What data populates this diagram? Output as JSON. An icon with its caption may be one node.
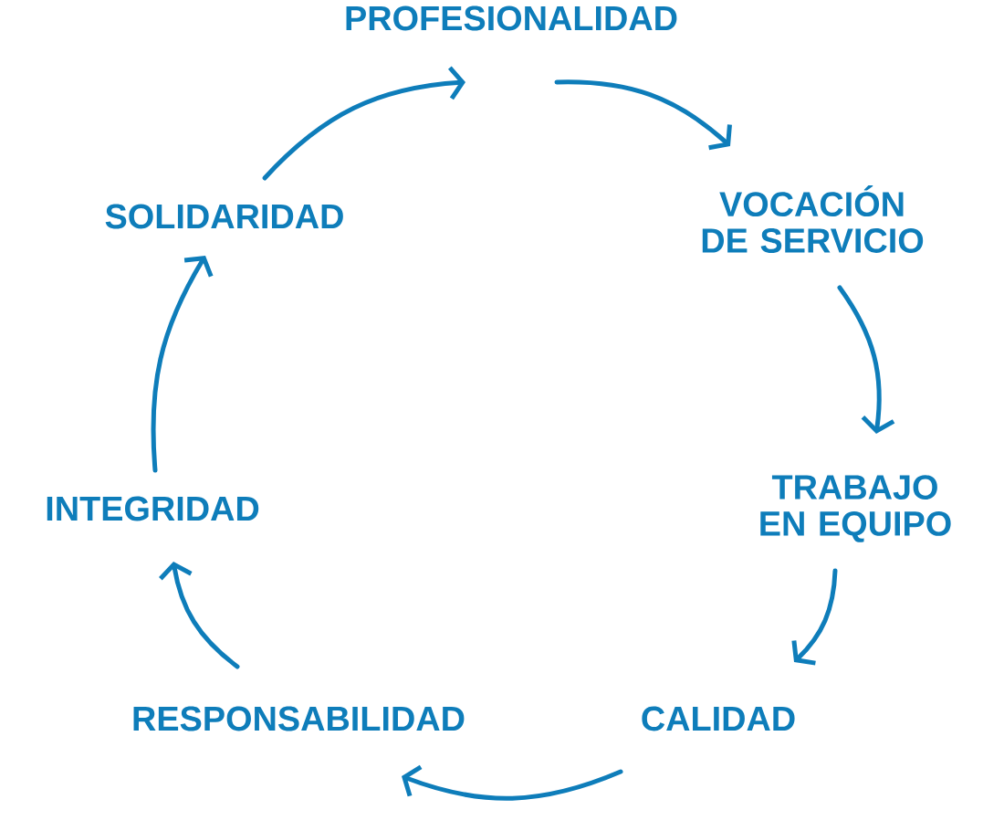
{
  "diagram": {
    "nodes": [
      {
        "text": [
          "PROFESIONALIDAD"
        ]
      },
      {
        "text": [
          "VOCACIÓN DE SERVICIO"
        ]
      },
      {
        "text": [
          "TRABAJO EN EQUIPO"
        ]
      },
      {
        "text": [
          "CALIDAD"
        ]
      },
      {
        "text": [
          "RESPONSABILIDAD"
        ]
      },
      {
        "text": [
          "INTEGRIDAD"
        ]
      },
      {
        "text": [
          "SOLIDARIDAD"
        ]
      }
    ],
    "edges": [
      {
        "from": 0,
        "to": 1,
        "arrow": "to"
      },
      {
        "from": 1,
        "to": 2,
        "arrow": "to"
      },
      {
        "from": 2,
        "to": 3,
        "arrow": "to"
      },
      {
        "from": 3,
        "to": 4,
        "arrow": "to"
      },
      {
        "from": 4,
        "to": 5,
        "arrow": "to"
      },
      {
        "from": 5,
        "to": 6,
        "arrow": "to"
      },
      {
        "from": 6,
        "to": 0,
        "arrow": "to"
      }
    ]
  }
}
